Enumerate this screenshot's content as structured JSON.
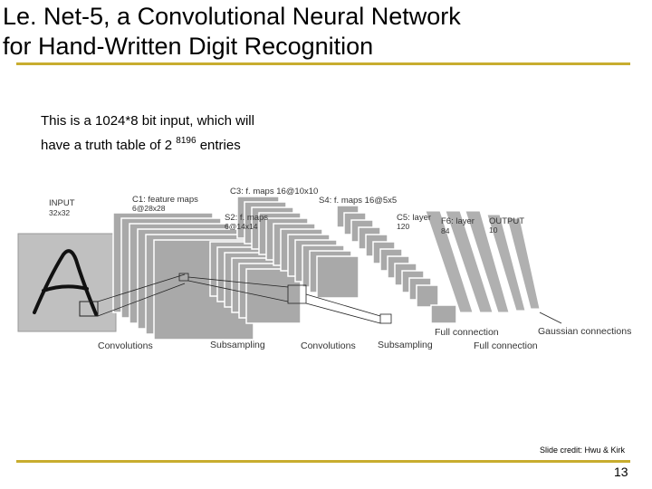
{
  "slide": {
    "title_line1": "Le. Net-5, a Convolutional Neural Network",
    "title_line2": "for Hand-Written Digit Recognition",
    "note_line1": "This is a 1024*8 bit input, which will",
    "note_line2_prefix": "have a truth table of 2 ",
    "note_exponent": "8196",
    "note_line2_suffix": " entries",
    "credit": "Slide credit: Hwu & Kirk",
    "page_number": "13"
  },
  "diagram": {
    "layers": {
      "input_name": "INPUT",
      "input_size": "32x32",
      "c1_name": "C1: feature maps",
      "c1_size": "6@28x28",
      "s2_name": "S2: f. maps",
      "s2_size": "6@14x14",
      "c3_label": "C3: f. maps 16@10x10",
      "s4_label": "S4: f. maps 16@5x5",
      "c5_name": "C5: layer",
      "c5_size": "120",
      "f6_name": "F6: layer",
      "f6_size": "84",
      "output_name": "OUTPUT",
      "output_size": "10"
    },
    "operations": {
      "conv1": "Convolutions",
      "sub1": "Subsampling",
      "conv2": "Convolutions",
      "sub2": "Subsampling",
      "full1": "Full connection",
      "full2": "Full connection",
      "gaussian": "Gaussian connections"
    },
    "colors": {
      "map_fill": "#a9a9a9",
      "map_stroke": "#ffffff",
      "input_fill": "#c0c0c0",
      "text": "#333333"
    }
  }
}
